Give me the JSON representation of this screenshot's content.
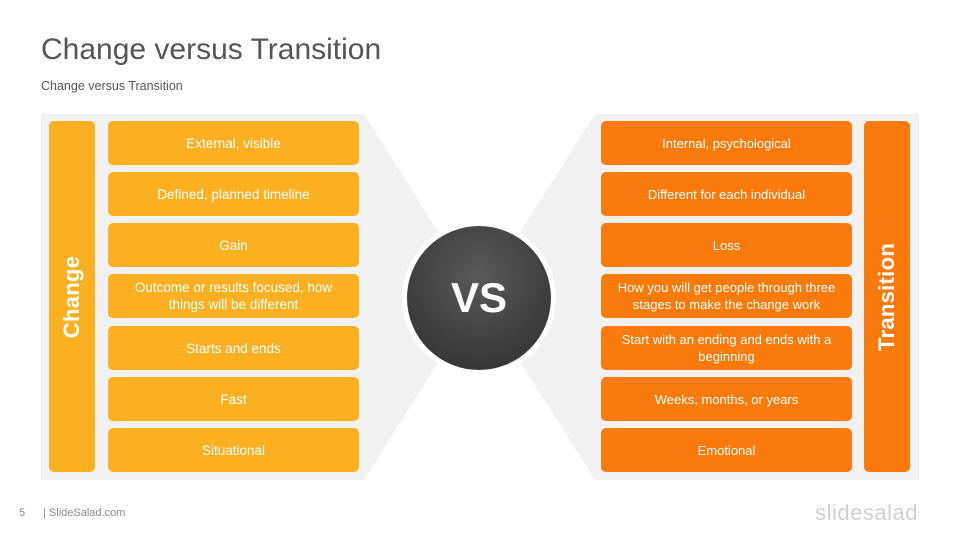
{
  "slide": {
    "title": "Change versus Transition",
    "subtitle": "Change  versus Transition",
    "vs_label": "VS",
    "page_number": "5",
    "site": "| SlideSalad.com",
    "logo": "slidesalad"
  },
  "change": {
    "label": "Change",
    "color": "#fbb022",
    "items": [
      "External, visible",
      "Defined, planned timeline",
      "Gain",
      "Outcome or results focused, how things will be different",
      "Starts and ends",
      "Fast",
      "Situational"
    ]
  },
  "transition": {
    "label": "Transition",
    "color": "#fa7a0c",
    "items": [
      "Internal, psychological",
      "Different for each individual",
      "Loss",
      "How you will get people through three stages to make the change work",
      "Start with an ending and ends with a beginning",
      "Weeks, months, or years",
      "Emotional"
    ]
  }
}
